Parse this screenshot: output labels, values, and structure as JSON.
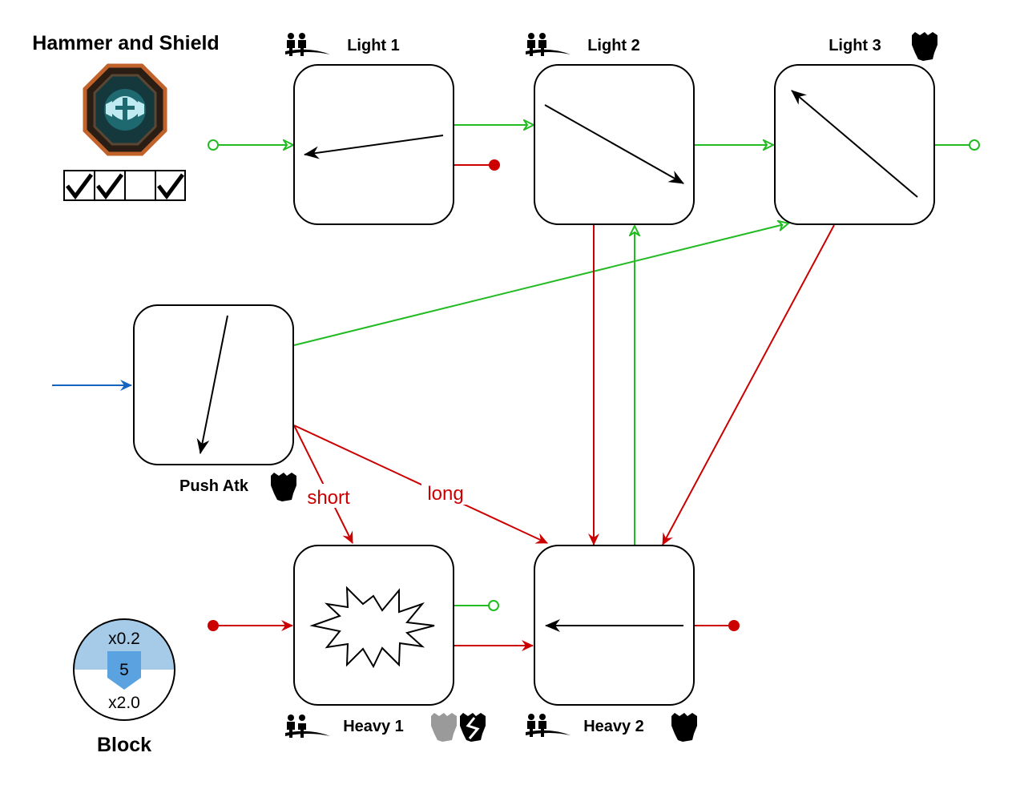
{
  "title": "Hammer and Shield",
  "checkboxes": [
    true,
    true,
    false,
    true
  ],
  "nodes": {
    "light1": {
      "label": "Light 1"
    },
    "light2": {
      "label": "Light 2"
    },
    "light3": {
      "label": "Light 3"
    },
    "push_atk": {
      "label": "Push Atk"
    },
    "heavy1": {
      "label": "Heavy 1"
    },
    "heavy2": {
      "label": "Heavy 2"
    }
  },
  "edge_labels": {
    "short": "short",
    "long": "long"
  },
  "block": {
    "top": "x0.2",
    "value": "5",
    "bottom": "x2.0",
    "label": "Block"
  },
  "colors": {
    "light_chain": "#22bb22",
    "heavy_chain": "#cc0000",
    "entry": "#1565c0",
    "block_top": "#a6cbe8",
    "block_badge": "#5aa3e0",
    "ability_icon_frame": "#c0622a"
  },
  "icons": [
    "hammer-shield-ability-icon",
    "two-person-icon",
    "armor-icon",
    "gray-armor-icon",
    "broken-armor-icon",
    "checkmark-icon",
    "block-shield-icon"
  ]
}
